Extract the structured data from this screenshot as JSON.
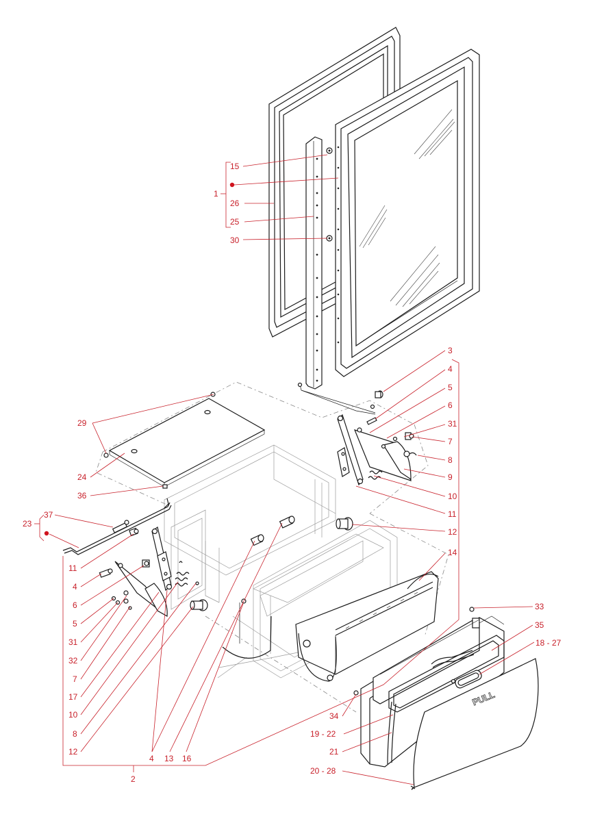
{
  "colors": {
    "callout": "#c8202a",
    "line": "#1a1a1a",
    "leader": "#c8202a",
    "dash": "#777777",
    "dot": "#d0141e"
  },
  "callouts": {
    "c1": "1",
    "c2": "2",
    "c3": "3",
    "c4a": "4",
    "c4b": "4",
    "c4c": "4",
    "c5a": "5",
    "c5b": "5",
    "c6a": "6",
    "c6b": "6",
    "c7a": "7",
    "c7b": "7",
    "c8a": "8",
    "c8b": "8",
    "c9": "9",
    "c10a": "10",
    "c10b": "10",
    "c11a": "11",
    "c11b": "11",
    "c12a": "12",
    "c12b": "12",
    "c13": "13",
    "c14": "14",
    "c15": "15",
    "c16": "16",
    "c17": "17",
    "c18_27": "18 - 27",
    "c19_22": "19 - 22",
    "c20_28": "20 - 28",
    "c21": "21",
    "c23": "23",
    "c24": "24",
    "c25": "25",
    "c26": "26",
    "c29": "29",
    "c30": "30",
    "c31a": "31",
    "c31b": "31",
    "c32": "32",
    "c33": "33",
    "c34": "34",
    "c35": "35",
    "c36": "36",
    "c37": "37"
  },
  "pull_label": "PULL"
}
